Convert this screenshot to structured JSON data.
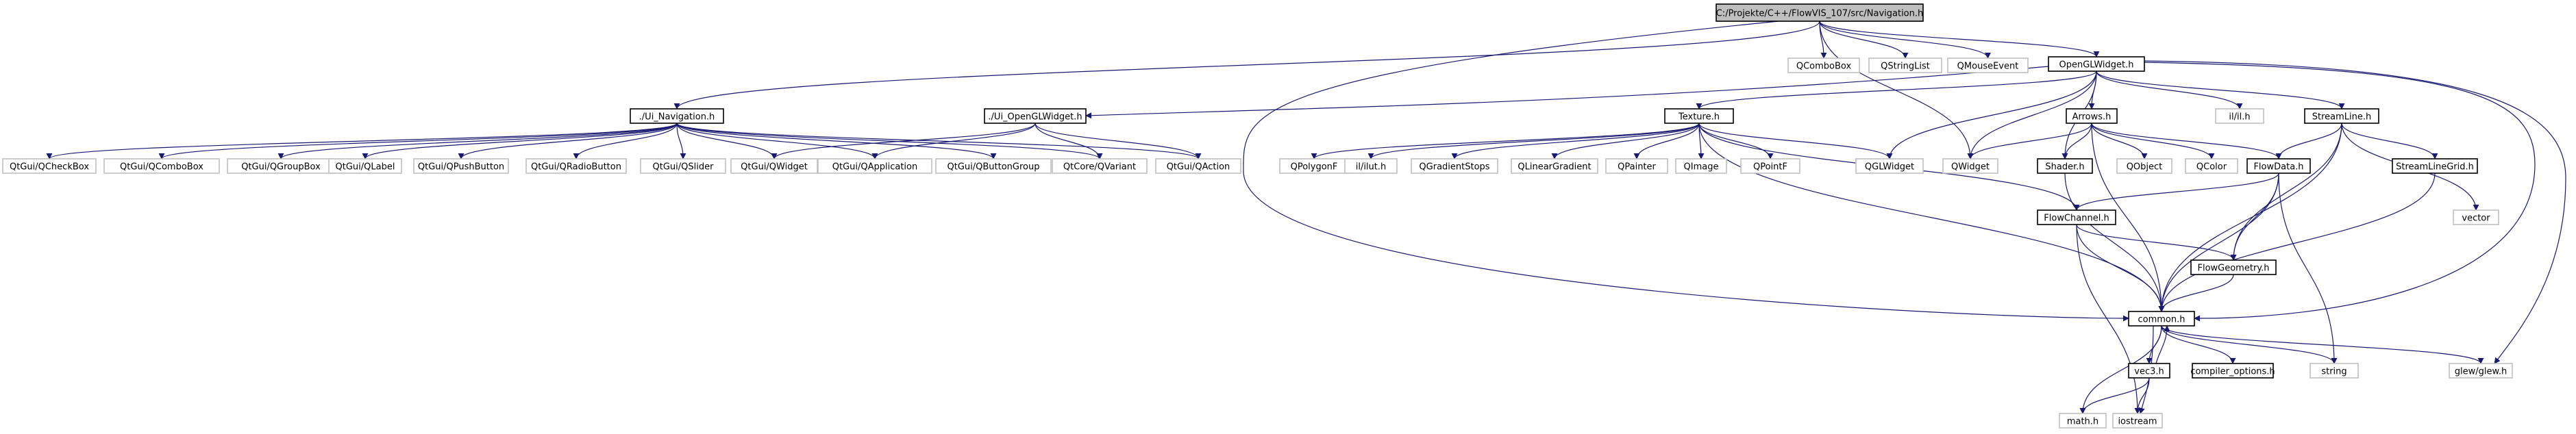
{
  "graph": {
    "edge_color": "#191970",
    "root_fill": "#bfbfbf",
    "documented_border": "#000000",
    "external_border": "#bfbfbf",
    "nodes": [
      {
        "id": "root",
        "label": "C:/Projekte/C++/FlowVIS_107/src/Navigation.h",
        "kind": "root"
      },
      {
        "id": "uinav",
        "label": "./Ui_Navigation.h",
        "kind": "doc"
      },
      {
        "id": "qcombo",
        "label": "QComboBox",
        "kind": "ext"
      },
      {
        "id": "qstrl",
        "label": "QStringList",
        "kind": "ext"
      },
      {
        "id": "qmouse",
        "label": "QMouseEvent",
        "kind": "ext"
      },
      {
        "id": "oglw",
        "label": "OpenGLWidget.h",
        "kind": "doc"
      },
      {
        "id": "n_qcheck",
        "label": "QtGui/QCheckBox",
        "kind": "ext"
      },
      {
        "id": "n_qcombo",
        "label": "QtGui/QComboBox",
        "kind": "ext"
      },
      {
        "id": "n_qgroup",
        "label": "QtGui/QGroupBox",
        "kind": "ext"
      },
      {
        "id": "n_qlabel",
        "label": "QtGui/QLabel",
        "kind": "ext"
      },
      {
        "id": "n_qpush",
        "label": "QtGui/QPushButton",
        "kind": "ext"
      },
      {
        "id": "n_qradio",
        "label": "QtGui/QRadioButton",
        "kind": "ext"
      },
      {
        "id": "n_qslider",
        "label": "QtGui/QSlider",
        "kind": "ext"
      },
      {
        "id": "n_qwidget",
        "label": "QtGui/QWidget",
        "kind": "ext"
      },
      {
        "id": "n_qapp",
        "label": "QtGui/QApplication",
        "kind": "ext"
      },
      {
        "id": "n_qbtngrp",
        "label": "QtGui/QButtonGroup",
        "kind": "ext"
      },
      {
        "id": "n_qvariant",
        "label": "QtCore/QVariant",
        "kind": "ext"
      },
      {
        "id": "n_qaction",
        "label": "QtGui/QAction",
        "kind": "ext"
      },
      {
        "id": "uiogl",
        "label": "./Ui_OpenGLWidget.h",
        "kind": "doc"
      },
      {
        "id": "texture",
        "label": "Texture.h",
        "kind": "doc"
      },
      {
        "id": "qpolyf",
        "label": "QPolygonF",
        "kind": "ext"
      },
      {
        "id": "ilut",
        "label": "il/ilut.h",
        "kind": "ext"
      },
      {
        "id": "qgrad",
        "label": "QGradientStops",
        "kind": "ext"
      },
      {
        "id": "qlingrad",
        "label": "QLinearGradient",
        "kind": "ext"
      },
      {
        "id": "qpainter",
        "label": "QPainter",
        "kind": "ext"
      },
      {
        "id": "qimage",
        "label": "QImage",
        "kind": "ext"
      },
      {
        "id": "qpointf",
        "label": "QPointF",
        "kind": "ext"
      },
      {
        "id": "qglw",
        "label": "QGLWidget",
        "kind": "ext"
      },
      {
        "id": "qwidget",
        "label": "QWidget",
        "kind": "ext"
      },
      {
        "id": "arrows",
        "label": "Arrows.h",
        "kind": "doc"
      },
      {
        "id": "shader",
        "label": "Shader.h",
        "kind": "doc"
      },
      {
        "id": "qobject",
        "label": "QObject",
        "kind": "ext"
      },
      {
        "id": "qcolor",
        "label": "QColor",
        "kind": "ext"
      },
      {
        "id": "ilh",
        "label": "il/il.h",
        "kind": "ext"
      },
      {
        "id": "streamline",
        "label": "StreamLine.h",
        "kind": "doc"
      },
      {
        "id": "flowdata",
        "label": "FlowData.h",
        "kind": "doc"
      },
      {
        "id": "slgrid",
        "label": "StreamLineGrid.h",
        "kind": "doc"
      },
      {
        "id": "vector",
        "label": "vector",
        "kind": "ext"
      },
      {
        "id": "flowchannel",
        "label": "FlowChannel.h",
        "kind": "doc"
      },
      {
        "id": "flowgeom",
        "label": "FlowGeometry.h",
        "kind": "doc"
      },
      {
        "id": "common",
        "label": "common.h",
        "kind": "doc"
      },
      {
        "id": "vec3",
        "label": "vec3.h",
        "kind": "doc"
      },
      {
        "id": "compopt",
        "label": "compiler_options.h",
        "kind": "doc"
      },
      {
        "id": "string",
        "label": "string",
        "kind": "ext"
      },
      {
        "id": "glew",
        "label": "glew/glew.h",
        "kind": "ext"
      },
      {
        "id": "mathh",
        "label": "math.h",
        "kind": "ext"
      },
      {
        "id": "iostream",
        "label": "iostream",
        "kind": "ext"
      }
    ],
    "edges": [
      [
        "root",
        "uinav"
      ],
      [
        "root",
        "qcombo"
      ],
      [
        "root",
        "qstrl"
      ],
      [
        "root",
        "qmouse"
      ],
      [
        "root",
        "oglw"
      ],
      [
        "root",
        "qwidget"
      ],
      [
        "root",
        "common"
      ],
      [
        "uinav",
        "n_qcheck"
      ],
      [
        "uinav",
        "n_qcombo"
      ],
      [
        "uinav",
        "n_qgroup"
      ],
      [
        "uinav",
        "n_qlabel"
      ],
      [
        "uinav",
        "n_qpush"
      ],
      [
        "uinav",
        "n_qradio"
      ],
      [
        "uinav",
        "n_qslider"
      ],
      [
        "uinav",
        "n_qwidget"
      ],
      [
        "uinav",
        "n_qapp"
      ],
      [
        "uinav",
        "n_qbtngrp"
      ],
      [
        "uinav",
        "n_qvariant"
      ],
      [
        "uinav",
        "n_qaction"
      ],
      [
        "uiogl",
        "n_qwidget"
      ],
      [
        "uiogl",
        "n_qapp"
      ],
      [
        "uiogl",
        "n_qvariant"
      ],
      [
        "uiogl",
        "n_qaction"
      ],
      [
        "oglw",
        "uiogl"
      ],
      [
        "oglw",
        "texture"
      ],
      [
        "oglw",
        "qglw"
      ],
      [
        "oglw",
        "qwidget"
      ],
      [
        "oglw",
        "arrows"
      ],
      [
        "oglw",
        "shader"
      ],
      [
        "oglw",
        "ilh"
      ],
      [
        "oglw",
        "streamline"
      ],
      [
        "oglw",
        "common"
      ],
      [
        "oglw",
        "glew"
      ],
      [
        "texture",
        "qpolyf"
      ],
      [
        "texture",
        "ilut"
      ],
      [
        "texture",
        "qgrad"
      ],
      [
        "texture",
        "qlingrad"
      ],
      [
        "texture",
        "qpainter"
      ],
      [
        "texture",
        "qimage"
      ],
      [
        "texture",
        "qpointf"
      ],
      [
        "texture",
        "qglw"
      ],
      [
        "texture",
        "flowchannel"
      ],
      [
        "texture",
        "common"
      ],
      [
        "arrows",
        "qwidget"
      ],
      [
        "arrows",
        "shader"
      ],
      [
        "arrows",
        "qobject"
      ],
      [
        "arrows",
        "qcolor"
      ],
      [
        "arrows",
        "flowdata"
      ],
      [
        "arrows",
        "common"
      ],
      [
        "shader",
        "common"
      ],
      [
        "streamline",
        "flowdata"
      ],
      [
        "streamline",
        "slgrid"
      ],
      [
        "streamline",
        "vector"
      ],
      [
        "streamline",
        "flowgeom"
      ],
      [
        "streamline",
        "common"
      ],
      [
        "flowdata",
        "flowchannel"
      ],
      [
        "flowdata",
        "flowgeom"
      ],
      [
        "flowdata",
        "common"
      ],
      [
        "flowdata",
        "string"
      ],
      [
        "slgrid",
        "common"
      ],
      [
        "flowchannel",
        "flowgeom"
      ],
      [
        "flowchannel",
        "common"
      ],
      [
        "flowchannel",
        "iostream"
      ],
      [
        "flowgeom",
        "common"
      ],
      [
        "common",
        "vec3"
      ],
      [
        "common",
        "compopt"
      ],
      [
        "common",
        "string"
      ],
      [
        "common",
        "glew"
      ],
      [
        "common",
        "mathh"
      ],
      [
        "common",
        "iostream"
      ],
      [
        "vec3",
        "common"
      ],
      [
        "vec3",
        "mathh"
      ],
      [
        "vec3",
        "iostream"
      ]
    ]
  }
}
